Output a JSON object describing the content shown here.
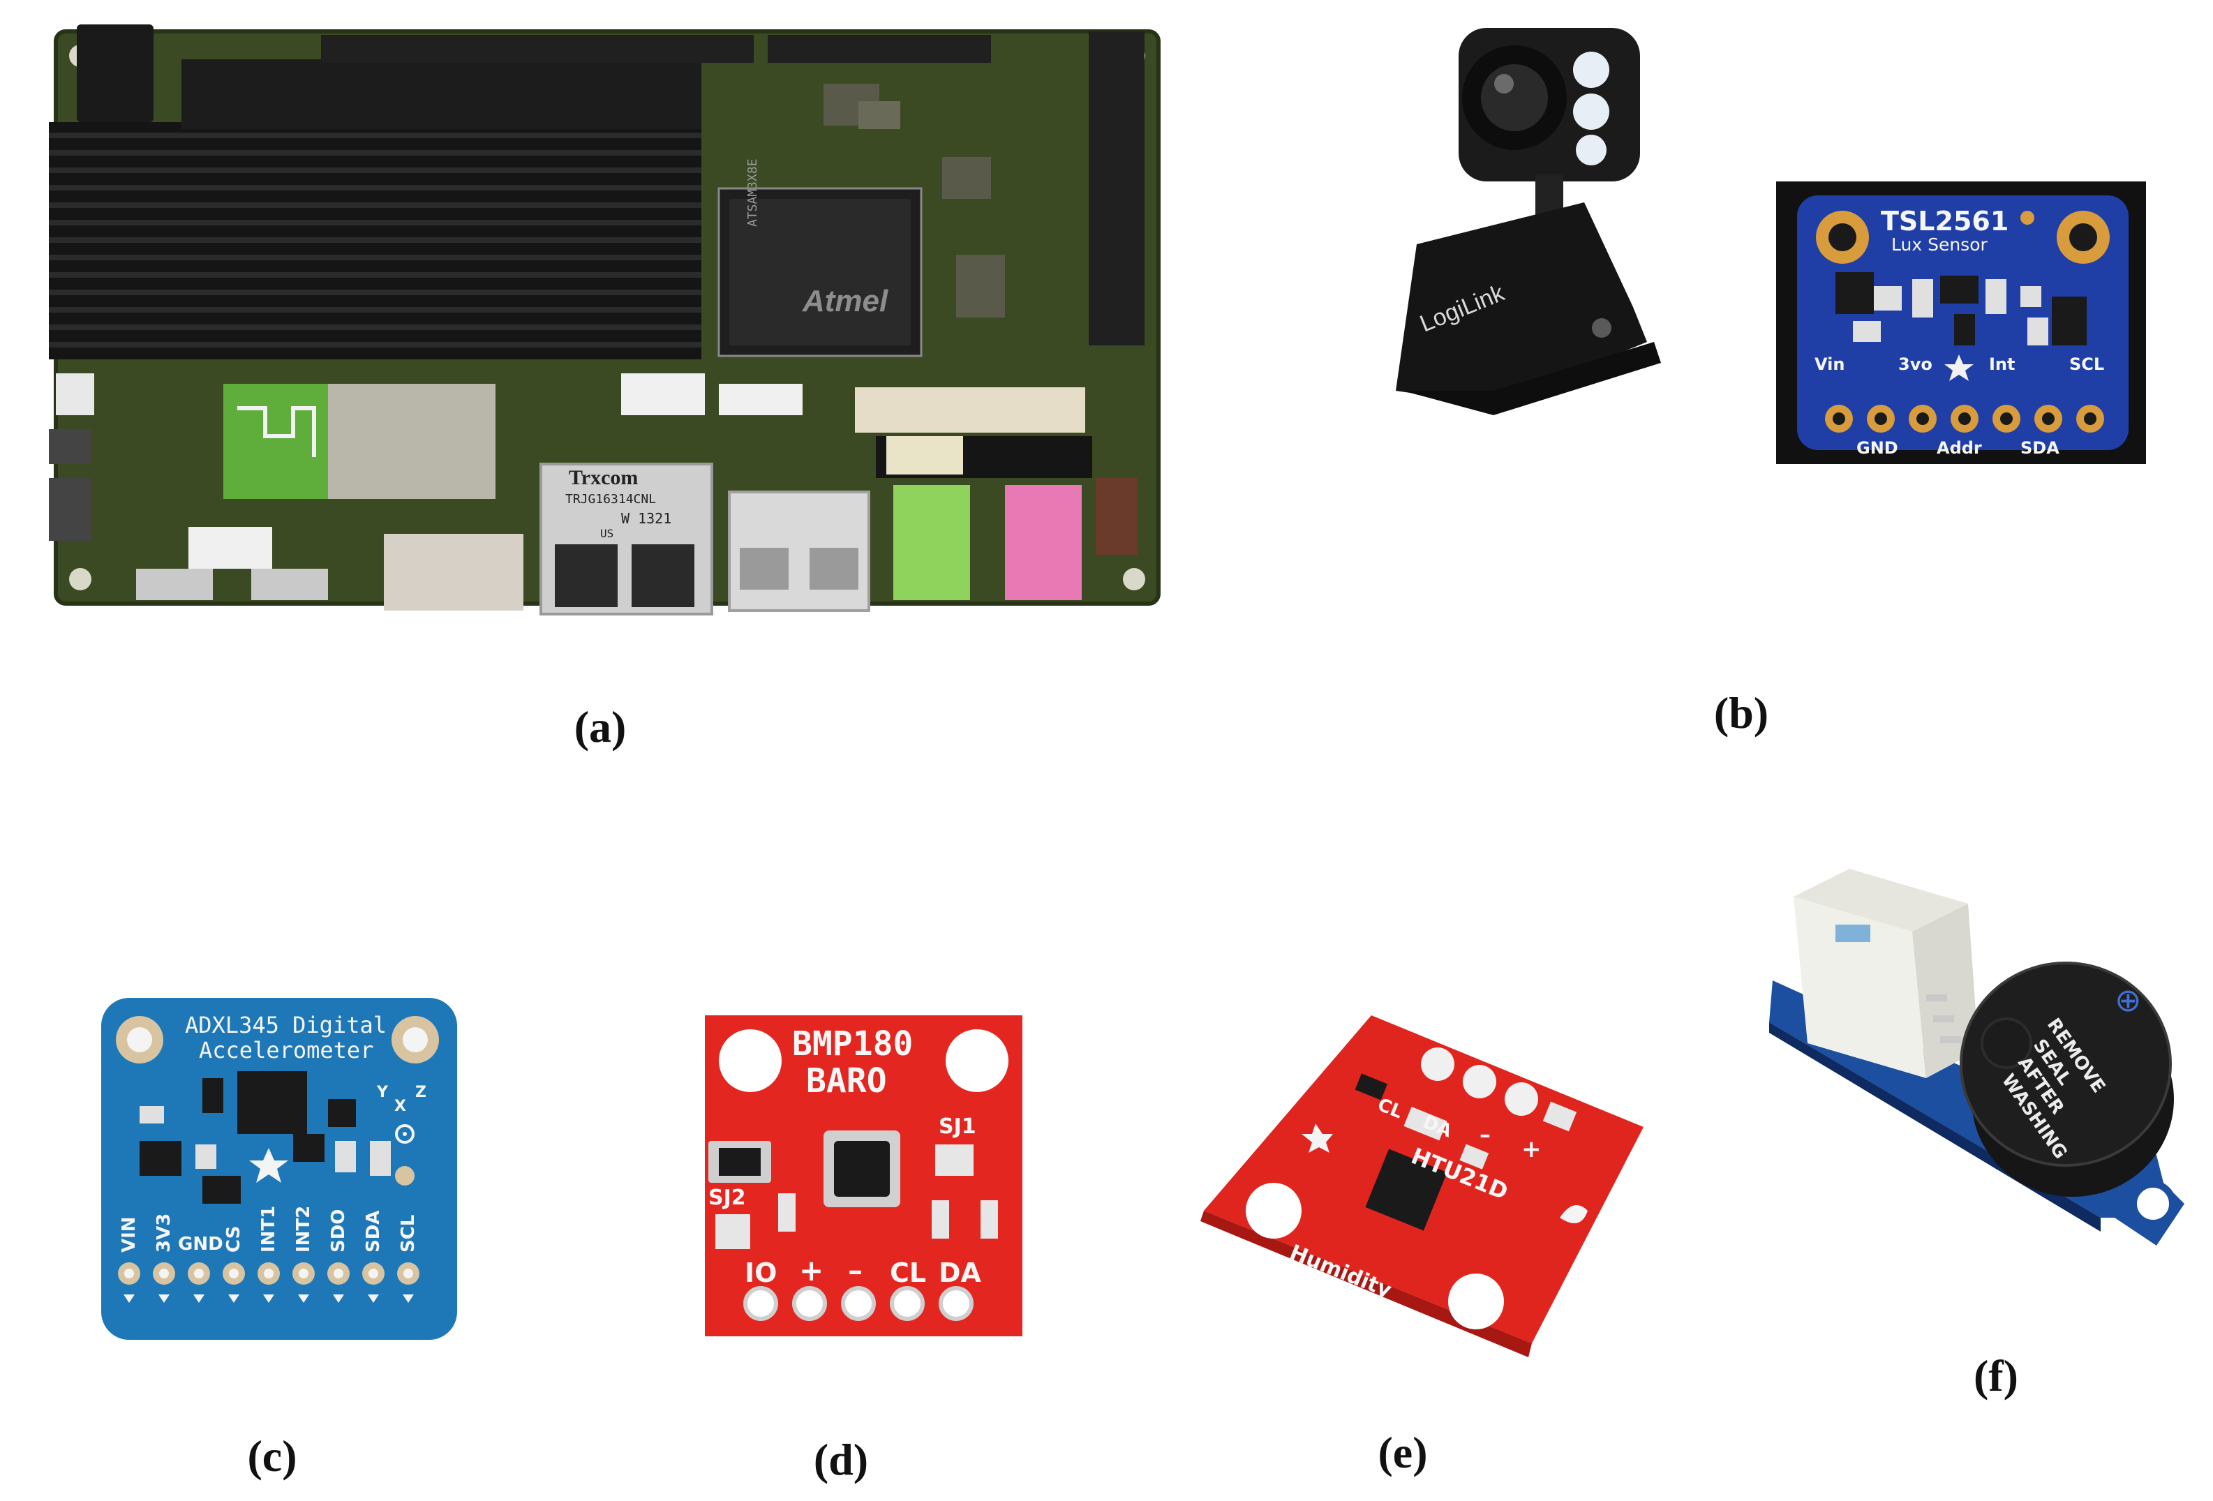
{
  "captions": {
    "a": "(a)",
    "b": "(b)",
    "c": "(c)",
    "d": "(d)",
    "e": "(e)",
    "f": "(f)"
  },
  "board_a": {
    "ethernet_brand": "Trxcom",
    "ethernet_part": "TRJG16314CNL",
    "ethernet_code": "W 1321",
    "ethernet_us": "US",
    "chip_brand": "Atmel",
    "chip_part": "ATSAM3X8E"
  },
  "webcam": {
    "brand": "LogiLink"
  },
  "tsl2561": {
    "title": "TSL2561",
    "subtitle": "Lux Sensor",
    "top_pins": [
      "Vin",
      "3vo",
      "Int",
      "SCL"
    ],
    "bottom_pins": [
      "GND",
      "Addr",
      "SDA"
    ]
  },
  "adxl345": {
    "title_line1": "ADXL345 Digital",
    "title_line2": "Accelerometer",
    "pins": [
      "VIN",
      "3V3",
      "GND",
      "CS",
      "INT1",
      "INT2",
      "SDO",
      "SDA",
      "SCL"
    ],
    "axes": [
      "Y",
      "X",
      "Z"
    ]
  },
  "bmp180": {
    "title_line1": "BMP180",
    "title_line2": "BARO",
    "jumpers": [
      "SJ1",
      "SJ2"
    ],
    "pins": [
      "IO",
      "+",
      "–",
      "CL",
      "DA"
    ]
  },
  "htu21d": {
    "chip": "HTU21D",
    "label": "Humidity",
    "pins": [
      "CL",
      "DA",
      "–",
      "+"
    ]
  },
  "buzzer": {
    "label_lines": [
      "REMOVE",
      "SEAL",
      "AFTER",
      "WASHING"
    ],
    "symbol": "⊕"
  }
}
